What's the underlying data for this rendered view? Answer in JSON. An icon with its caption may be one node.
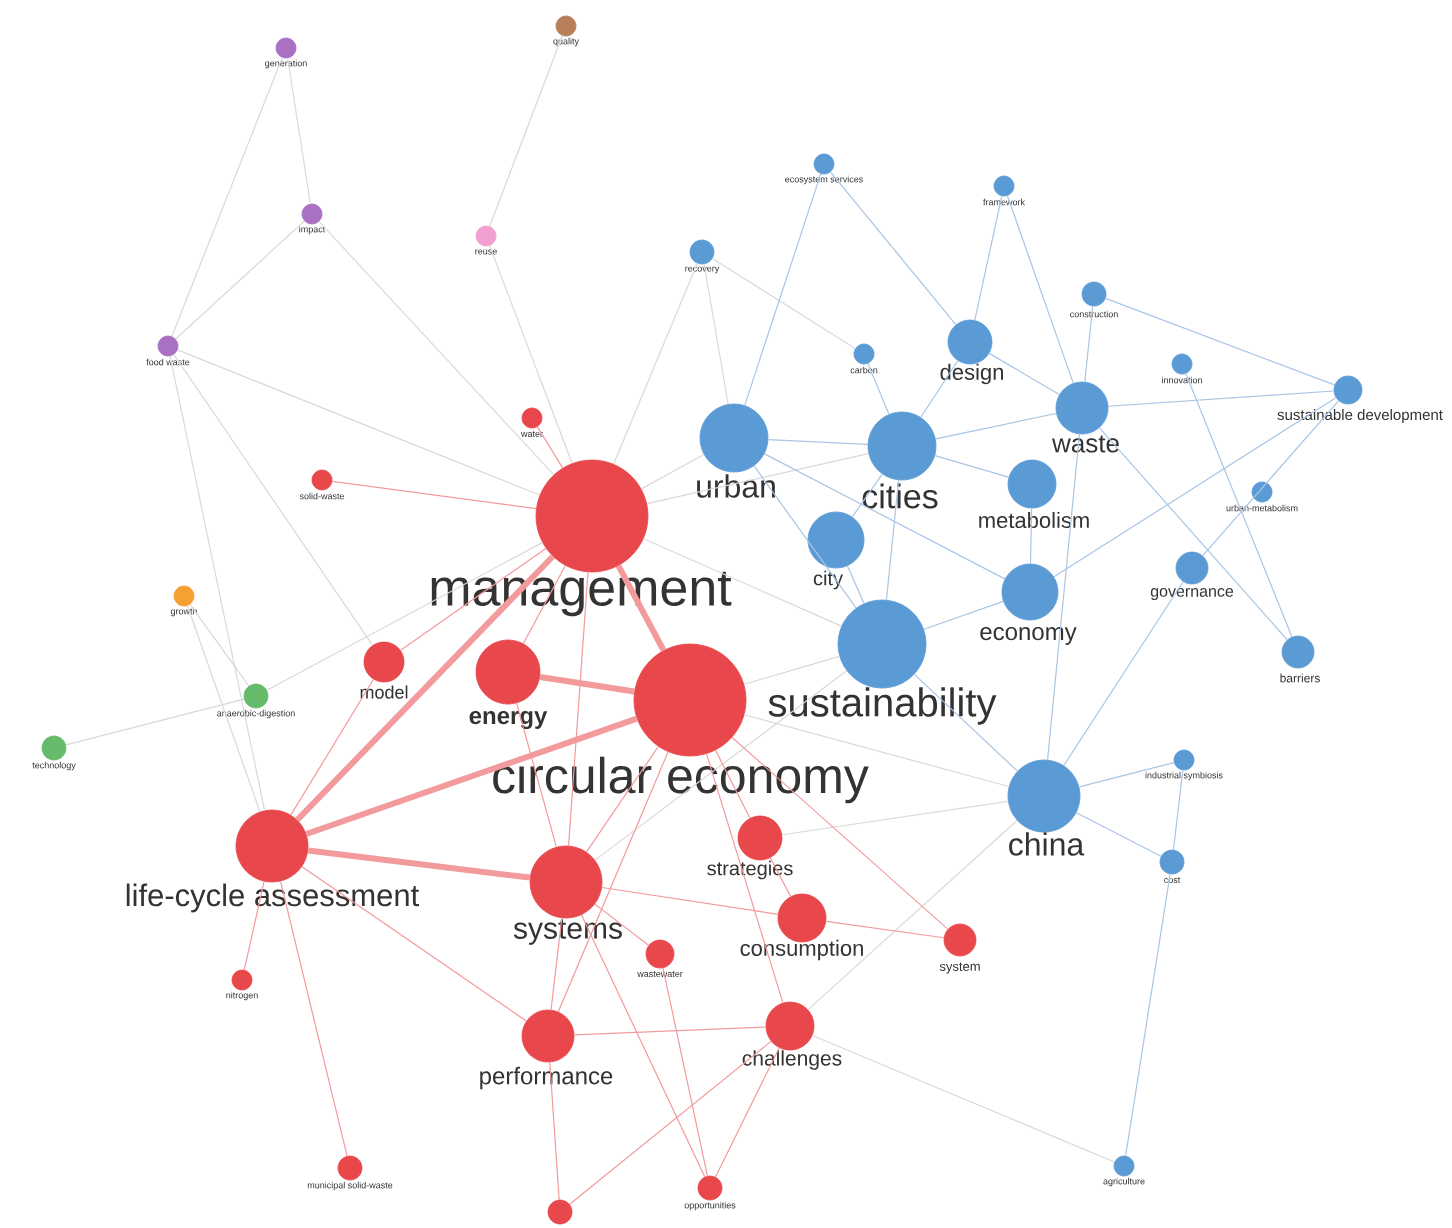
{
  "diagram": {
    "nodes": [
      {
        "text": [
          "generation"
        ]
      },
      {
        "text": [
          "quality"
        ]
      },
      {
        "text": [
          "impact"
        ]
      },
      {
        "text": [
          "reuse"
        ]
      },
      {
        "text": [
          "food waste"
        ]
      },
      {
        "text": [
          "recovery"
        ]
      },
      {
        "text": [
          "ecosystem services"
        ]
      },
      {
        "text": [
          "framework"
        ]
      },
      {
        "text": [
          "water"
        ]
      },
      {
        "text": [
          "solid-waste"
        ]
      },
      {
        "text": [
          "construction"
        ]
      },
      {
        "text": [
          "carbon"
        ]
      },
      {
        "text": [
          "design"
        ]
      },
      {
        "text": [
          "innovation"
        ]
      },
      {
        "text": [
          "sustainable development"
        ]
      },
      {
        "text": [
          "urban"
        ]
      },
      {
        "text": [
          "cities"
        ]
      },
      {
        "text": [
          "waste"
        ]
      },
      {
        "text": [
          "metabolism"
        ]
      },
      {
        "text": [
          "urban-metabolism"
        ]
      },
      {
        "text": [
          "management"
        ]
      },
      {
        "text": [
          "city"
        ]
      },
      {
        "text": [
          "growth"
        ]
      },
      {
        "text": [
          "economy"
        ]
      },
      {
        "text": [
          "governance"
        ]
      },
      {
        "text": [
          "model"
        ]
      },
      {
        "text": [
          "energy"
        ]
      },
      {
        "text": [
          "sustainability"
        ]
      },
      {
        "text": [
          "barriers"
        ]
      },
      {
        "text": [
          "anaerobic-digestion"
        ]
      },
      {
        "text": [
          "circular economy"
        ]
      },
      {
        "text": [
          "technology"
        ]
      },
      {
        "text": [
          "industrial symbiosis"
        ]
      },
      {
        "text": [
          "life-cycle assessment"
        ]
      },
      {
        "text": [
          "strategies"
        ]
      },
      {
        "text": [
          "china"
        ]
      },
      {
        "text": [
          "cost"
        ]
      },
      {
        "text": [
          "systems"
        ]
      },
      {
        "text": [
          "consumption"
        ]
      },
      {
        "text": [
          "wastewater"
        ]
      },
      {
        "text": [
          "system"
        ]
      },
      {
        "text": [
          "nitrogen"
        ]
      },
      {
        "text": [
          "performance"
        ]
      },
      {
        "text": [
          "challenges"
        ]
      },
      {
        "text": [
          "agriculture"
        ]
      },
      {
        "text": [
          "municipal solid-waste"
        ]
      },
      {
        "text": [
          "opportunities"
        ]
      },
      {
        "text": [],
        "shape": "circle"
      }
    ],
    "edges": [
      {
        "from": 0,
        "to": 4,
        "arrow": "none"
      },
      {
        "from": 0,
        "to": 2,
        "arrow": "none"
      },
      {
        "from": 2,
        "to": 4,
        "arrow": "none"
      },
      {
        "from": 2,
        "to": 20,
        "arrow": "none"
      },
      {
        "from": 1,
        "to": 3,
        "arrow": "none"
      },
      {
        "from": 3,
        "to": 20,
        "arrow": "none"
      },
      {
        "from": 4,
        "to": 20,
        "arrow": "none"
      },
      {
        "from": 4,
        "to": 25,
        "arrow": "none"
      },
      {
        "from": 4,
        "to": 33,
        "arrow": "none"
      },
      {
        "from": 5,
        "to": 15,
        "arrow": "none"
      },
      {
        "from": 5,
        "to": 11,
        "arrow": "none"
      },
      {
        "from": 5,
        "to": 20,
        "arrow": "none"
      },
      {
        "from": 22,
        "to": 29,
        "arrow": "none"
      },
      {
        "from": 29,
        "to": 31,
        "arrow": "none"
      },
      {
        "from": 29,
        "to": 20,
        "arrow": "none"
      },
      {
        "from": 22,
        "to": 33,
        "arrow": "none"
      },
      {
        "from": 20,
        "to": 27,
        "arrow": "none"
      },
      {
        "from": 30,
        "to": 27,
        "arrow": "none"
      },
      {
        "from": 20,
        "to": 15,
        "arrow": "none"
      },
      {
        "from": 20,
        "to": 16,
        "arrow": "none"
      },
      {
        "from": 30,
        "to": 35,
        "arrow": "none"
      },
      {
        "from": 27,
        "to": 37,
        "arrow": "none"
      },
      {
        "from": 43,
        "to": 35,
        "arrow": "none"
      },
      {
        "from": 43,
        "to": 44,
        "arrow": "none"
      },
      {
        "from": 34,
        "to": 35,
        "arrow": "none"
      },
      {
        "from": 20,
        "to": 30,
        "arrow": "none",
        "style": "thick",
        "color": "#f29a9c"
      },
      {
        "from": 20,
        "to": 26,
        "arrow": "none",
        "color": "#f29a9c"
      },
      {
        "from": 20,
        "to": 25,
        "arrow": "none",
        "color": "#f29a9c"
      },
      {
        "from": 20,
        "to": 33,
        "arrow": "none",
        "style": "thick",
        "color": "#f29a9c"
      },
      {
        "from": 20,
        "to": 37,
        "arrow": "none",
        "color": "#f29a9c"
      },
      {
        "from": 26,
        "to": 30,
        "arrow": "none",
        "style": "thick",
        "color": "#f29a9c"
      },
      {
        "from": 30,
        "to": 33,
        "arrow": "none",
        "style": "thick",
        "color": "#f29a9c"
      },
      {
        "from": 30,
        "to": 37,
        "arrow": "none",
        "color": "#f29a9c"
      },
      {
        "from": 30,
        "to": 34,
        "arrow": "none",
        "color": "#f29a9c"
      },
      {
        "from": 30,
        "to": 42,
        "arrow": "none",
        "color": "#f29a9c"
      },
      {
        "from": 30,
        "to": 43,
        "arrow": "none",
        "color": "#f29a9c"
      },
      {
        "from": 33,
        "to": 37,
        "arrow": "none",
        "style": "thick",
        "color": "#f29a9c"
      },
      {
        "from": 33,
        "to": 42,
        "arrow": "none",
        "color": "#f29a9c"
      },
      {
        "from": 33,
        "to": 41,
        "arrow": "none",
        "color": "#f29a9c"
      },
      {
        "from": 33,
        "to": 45,
        "arrow": "none",
        "color": "#f29a9c"
      },
      {
        "from": 33,
        "to": 25,
        "arrow": "none",
        "color": "#f29a9c"
      },
      {
        "from": 37,
        "to": 42,
        "arrow": "none",
        "color": "#f29a9c"
      },
      {
        "from": 37,
        "to": 46,
        "arrow": "none",
        "color": "#f29a9c"
      },
      {
        "from": 42,
        "to": 47,
        "arrow": "none",
        "color": "#f29a9c"
      },
      {
        "from": 42,
        "to": 43,
        "arrow": "none",
        "color": "#f29a9c"
      },
      {
        "from": 43,
        "to": 46,
        "arrow": "none",
        "color": "#f29a9c"
      },
      {
        "from": 34,
        "to": 38,
        "arrow": "none",
        "color": "#f29a9c"
      },
      {
        "from": 38,
        "to": 40,
        "arrow": "none",
        "color": "#f29a9c"
      },
      {
        "from": 37,
        "to": 38,
        "arrow": "none",
        "color": "#f29a9c"
      },
      {
        "from": 37,
        "to": 39,
        "arrow": "none",
        "color": "#f29a9c"
      },
      {
        "from": 39,
        "to": 46,
        "arrow": "none",
        "color": "#f29a9c"
      },
      {
        "from": 26,
        "to": 37,
        "arrow": "none",
        "color": "#f29a9c"
      },
      {
        "from": 9,
        "to": 20,
        "arrow": "none",
        "color": "#f29a9c"
      },
      {
        "from": 8,
        "to": 20,
        "arrow": "none",
        "color": "#f29a9c"
      },
      {
        "from": 43,
        "to": 47,
        "arrow": "none",
        "color": "#f29a9c"
      },
      {
        "from": 30,
        "to": 40,
        "arrow": "none",
        "color": "#f29a9c"
      },
      {
        "from": 27,
        "to": 16,
        "arrow": "none",
        "color": "#a9c5e4"
      },
      {
        "from": 27,
        "to": 15,
        "arrow": "none",
        "color": "#a9c5e4"
      },
      {
        "from": 27,
        "to": 21,
        "arrow": "none",
        "color": "#a9c5e4"
      },
      {
        "from": 27,
        "to": 23,
        "arrow": "none",
        "color": "#a9c5e4"
      },
      {
        "from": 27,
        "to": 35,
        "arrow": "none",
        "color": "#a9c5e4"
      },
      {
        "from": 15,
        "to": 16,
        "arrow": "none",
        "color": "#a9c5e4"
      },
      {
        "from": 16,
        "to": 17,
        "arrow": "none",
        "color": "#a9c5e4"
      },
      {
        "from": 16,
        "to": 18,
        "arrow": "none",
        "color": "#a9c5e4"
      },
      {
        "from": 16,
        "to": 12,
        "arrow": "none",
        "color": "#a9c5e4"
      },
      {
        "from": 16,
        "to": 21,
        "arrow": "none",
        "color": "#a9c5e4"
      },
      {
        "from": 17,
        "to": 14,
        "arrow": "none",
        "color": "#a9c5e4"
      },
      {
        "from": 17,
        "to": 10,
        "arrow": "none",
        "color": "#a9c5e4"
      },
      {
        "from": 17,
        "to": 12,
        "arrow": "none",
        "color": "#a9c5e4"
      },
      {
        "from": 18,
        "to": 23,
        "arrow": "none",
        "color": "#a9c5e4"
      },
      {
        "from": 12,
        "to": 7,
        "arrow": "none",
        "color": "#a9c5e4"
      },
      {
        "from": 12,
        "to": 6,
        "arrow": "none",
        "color": "#a9c5e4"
      },
      {
        "from": 6,
        "to": 15,
        "arrow": "none",
        "color": "#a9c5e4"
      },
      {
        "from": 7,
        "to": 17,
        "arrow": "none",
        "color": "#a9c5e4"
      },
      {
        "from": 10,
        "to": 14,
        "arrow": "none",
        "color": "#a9c5e4"
      },
      {
        "from": 11,
        "to": 16,
        "arrow": "none",
        "color": "#a9c5e4"
      },
      {
        "from": 13,
        "to": 28,
        "arrow": "none",
        "color": "#a9c5e4"
      },
      {
        "from": 14,
        "to": 23,
        "arrow": "none",
        "color": "#a9c5e4"
      },
      {
        "from": 24,
        "to": 14,
        "arrow": "none",
        "color": "#a9c5e4"
      },
      {
        "from": 28,
        "to": 17,
        "arrow": "none",
        "color": "#a9c5e4"
      },
      {
        "from": 35,
        "to": 32,
        "arrow": "none",
        "color": "#a9c5e4"
      },
      {
        "from": 35,
        "to": 36,
        "arrow": "none",
        "color": "#a9c5e4"
      },
      {
        "from": 36,
        "to": 44,
        "arrow": "none",
        "color": "#a9c5e4"
      },
      {
        "from": 32,
        "to": 36,
        "arrow": "none",
        "color": "#a9c5e4"
      },
      {
        "from": 35,
        "to": 24,
        "arrow": "none",
        "color": "#a9c5e4"
      },
      {
        "from": 35,
        "to": 17,
        "arrow": "none",
        "color": "#a9c5e4"
      },
      {
        "from": 15,
        "to": 23,
        "arrow": "none",
        "color": "#a9c5e4"
      }
    ]
  }
}
